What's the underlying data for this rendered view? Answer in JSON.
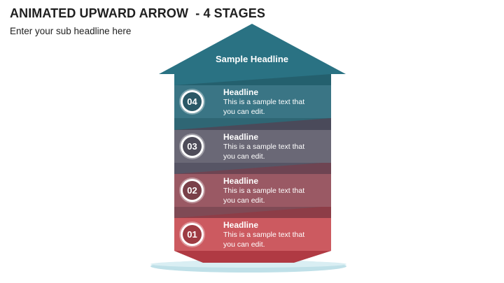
{
  "slide": {
    "title": "ANIMATED UPWARD ARROW  - 4 STAGES",
    "subtitle": "Enter your sub headline here"
  },
  "arrow": {
    "label": "Sample Headline",
    "color": "#2a7283"
  },
  "stages": [
    {
      "number": "04",
      "headline": "Headline",
      "line1": "This is a sample text that",
      "line2": "you can edit.",
      "color": "#3a7585",
      "dark": "#2a5866"
    },
    {
      "number": "03",
      "headline": "Headline",
      "line1": "This is a sample text that",
      "line2": "you can edit.",
      "color": "#6a6876",
      "dark": "#4e4c59"
    },
    {
      "number": "02",
      "headline": "Headline",
      "line1": "This is a sample text that",
      "line2": "you can edit.",
      "color": "#9a5964",
      "dark": "#7a4049"
    },
    {
      "number": "01",
      "headline": "Headline",
      "line1": "This is a sample text that",
      "line2": "you can edit.",
      "color": "#cc5a60",
      "dark": "#9e3b42"
    }
  ],
  "base": {
    "color": "#bfe0e8"
  }
}
